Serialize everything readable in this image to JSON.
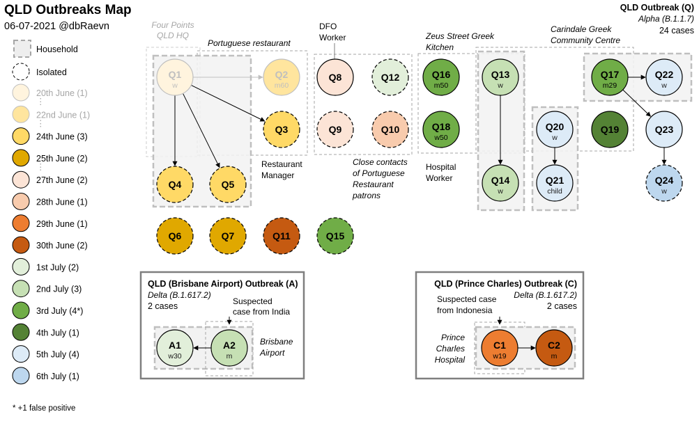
{
  "header": {
    "title": "QLD Outbreaks Map",
    "subtitle": "06-07-2021 @dbRaevn"
  },
  "footnote": "* +1 false positive",
  "legend": {
    "household": "Household",
    "isolated": "Isolated",
    "dates": [
      {
        "label": "20th June (1)",
        "color": "#fff4de",
        "faded": true,
        "dots_after": true
      },
      {
        "label": "22nd June (1)",
        "color": "#ffe59e",
        "faded": true,
        "dots_after": true
      },
      {
        "label": "24th June (3)",
        "color": "#ffd966",
        "faded": false
      },
      {
        "label": "25th June (2)",
        "color": "#e0a800",
        "faded": false,
        "dots_after": true
      },
      {
        "label": "27th June (2)",
        "color": "#fce4d6",
        "faded": false
      },
      {
        "label": "28th June (1)",
        "color": "#f8cbad",
        "faded": false
      },
      {
        "label": "29th June (1)",
        "color": "#ed7d31",
        "faded": false
      },
      {
        "label": "30th June (2)",
        "color": "#c55a11",
        "faded": false
      },
      {
        "label": "1st July (2)",
        "color": "#e2efda",
        "faded": false
      },
      {
        "label": "2nd July (3)",
        "color": "#c6e0b4",
        "faded": false
      },
      {
        "label": "3rd July (4*)",
        "color": "#70ad47",
        "faded": false
      },
      {
        "label": "4th July (1)",
        "color": "#548235",
        "faded": false
      },
      {
        "label": "5th July (4)",
        "color": "#ddebf7",
        "faded": false
      },
      {
        "label": "6th July (1)",
        "color": "#bdd7ee",
        "faded": false
      }
    ]
  },
  "outbreak_q": {
    "title": "QLD Outbreak (Q)",
    "variant": "Alpha (B.1.1.7)",
    "cases": "24 cases"
  },
  "outbreak_a": {
    "title": "QLD (Brisbane Airport) Outbreak (A)",
    "variant": "Delta (B.1.617.2)",
    "cases": "2 cases"
  },
  "outbreak_c": {
    "title": "QLD (Prince Charles) Outbreak (C)",
    "variant": "Delta (B.1.617.2)",
    "cases": "2 cases"
  },
  "nodes": [
    {
      "id": "Q1",
      "sub": "w",
      "color": "#fff4de",
      "faded": true,
      "dashed": false
    },
    {
      "id": "Q2",
      "sub": "m60",
      "color": "#ffe59e",
      "faded": true,
      "dashed": false
    },
    {
      "id": "Q3",
      "sub": "",
      "color": "#ffd966",
      "faded": false,
      "dashed": true
    },
    {
      "id": "Q4",
      "sub": "",
      "color": "#ffd966",
      "faded": false,
      "dashed": true
    },
    {
      "id": "Q5",
      "sub": "",
      "color": "#ffd966",
      "faded": false,
      "dashed": true
    },
    {
      "id": "Q6",
      "sub": "",
      "color": "#e0a800",
      "faded": false,
      "dashed": true
    },
    {
      "id": "Q7",
      "sub": "",
      "color": "#e0a800",
      "faded": false,
      "dashed": true
    },
    {
      "id": "Q8",
      "sub": "",
      "color": "#fce4d6",
      "faded": false,
      "dashed": false
    },
    {
      "id": "Q9",
      "sub": "",
      "color": "#fce4d6",
      "faded": false,
      "dashed": true
    },
    {
      "id": "Q10",
      "sub": "",
      "color": "#f8cbad",
      "faded": false,
      "dashed": true
    },
    {
      "id": "Q11",
      "sub": "",
      "color": "#c55a11",
      "faded": false,
      "dashed": true
    },
    {
      "id": "Q12",
      "sub": "",
      "color": "#e2efda",
      "faded": false,
      "dashed": true
    },
    {
      "id": "Q13",
      "sub": "w",
      "color": "#c6e0b4",
      "faded": false,
      "dashed": false
    },
    {
      "id": "Q14",
      "sub": "w",
      "color": "#c6e0b4",
      "faded": false,
      "dashed": false
    },
    {
      "id": "Q15",
      "sub": "",
      "color": "#70ad47",
      "faded": false,
      "dashed": true
    },
    {
      "id": "Q16",
      "sub": "m50",
      "color": "#70ad47",
      "faded": false,
      "dashed": false
    },
    {
      "id": "Q17",
      "sub": "m29",
      "color": "#70ad47",
      "faded": false,
      "dashed": false
    },
    {
      "id": "Q18",
      "sub": "w50",
      "color": "#70ad47",
      "faded": false,
      "dashed": false
    },
    {
      "id": "Q19",
      "sub": "",
      "color": "#548235",
      "faded": false,
      "dashed": false
    },
    {
      "id": "Q20",
      "sub": "w",
      "color": "#ddebf7",
      "faded": false,
      "dashed": false
    },
    {
      "id": "Q21",
      "sub": "child",
      "color": "#ddebf7",
      "faded": false,
      "dashed": false
    },
    {
      "id": "Q22",
      "sub": "w",
      "color": "#ddebf7",
      "faded": false,
      "dashed": false
    },
    {
      "id": "Q23",
      "sub": "",
      "color": "#ddebf7",
      "faded": false,
      "dashed": false
    },
    {
      "id": "Q24",
      "sub": "w",
      "color": "#bdd7ee",
      "faded": false,
      "dashed": true
    },
    {
      "id": "A1",
      "sub": "w30",
      "color": "#e2efda",
      "faded": false,
      "dashed": false
    },
    {
      "id": "A2",
      "sub": "m",
      "color": "#c6e0b4",
      "faded": false,
      "dashed": false
    },
    {
      "id": "C1",
      "sub": "w19",
      "color": "#ed7d31",
      "faded": false,
      "dashed": false
    },
    {
      "id": "C2",
      "sub": "m",
      "color": "#c55a11",
      "faded": false,
      "dashed": false
    }
  ],
  "edges": [
    {
      "from": "Q1",
      "to": "Q2",
      "faded": true
    },
    {
      "from": "Q1",
      "to": "Q3",
      "faded": false
    },
    {
      "from": "Q1",
      "to": "Q4",
      "faded": false
    },
    {
      "from": "Q1",
      "to": "Q5",
      "faded": false
    },
    {
      "from": "Q13",
      "to": "Q14",
      "faded": false
    },
    {
      "from": "Q20",
      "to": "Q21",
      "faded": false
    },
    {
      "from": "Q17",
      "to": "Q22",
      "faded": false
    },
    {
      "from": "Q17",
      "to": "Q23",
      "faded": false
    },
    {
      "from": "Q23",
      "to": "Q24",
      "faded": false
    },
    {
      "from": "A2",
      "to": "A1",
      "faded": false
    },
    {
      "from": "C1",
      "to": "C2",
      "faded": false
    }
  ],
  "annotations": {
    "four_points_line1": "Four Points",
    "four_points_line2": "QLD HQ",
    "portuguese": "Portuguese restaurant",
    "dfo_line1": "DFO",
    "dfo_line2": "Worker",
    "zeus_line1": "Zeus Street Greek",
    "zeus_line2": "Kitchen",
    "carindale_line1": "Carindale Greek",
    "carindale_line2": "Community Centre",
    "manager_line1": "Restaurant",
    "manager_line2": "Manager",
    "close_line1": "Close contacts",
    "close_line2": "of Portuguese",
    "close_line3": "Restaurant",
    "close_line4": "patrons",
    "hospital_line1": "Hospital",
    "hospital_line2": "Worker",
    "india_line1": "Suspected",
    "india_line2": "case from India",
    "airport_line1": "Brisbane",
    "airport_line2": "Airport",
    "indonesia_line1": "Suspected case",
    "indonesia_line2": "from Indonesia",
    "prince_line1": "Prince",
    "prince_line2": "Charles",
    "prince_line3": "Hospital"
  }
}
